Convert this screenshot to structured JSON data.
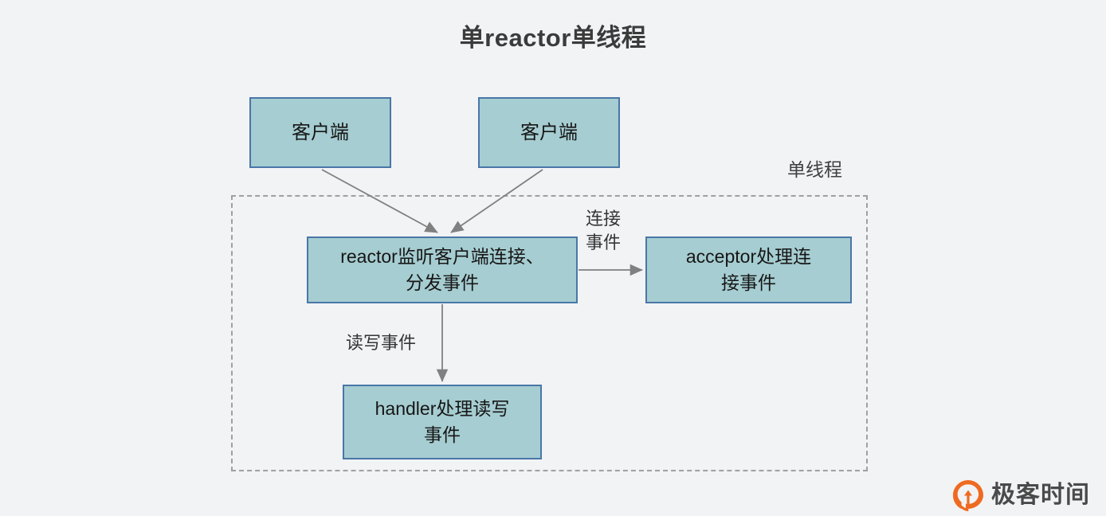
{
  "diagram": {
    "title": "单reactor单线程",
    "background_color": "#f1f3f5",
    "node_fill_color": "#a6cdd1",
    "node_border_color": "#4a76a8",
    "arrow_color": "#808080",
    "container": {
      "label": "单线程",
      "style": "dashed"
    },
    "nodes": [
      {
        "id": "client-1",
        "label": "客户端"
      },
      {
        "id": "client-2",
        "label": "客户端"
      },
      {
        "id": "reactor",
        "label": "reactor监听客户端连接、\n分发事件"
      },
      {
        "id": "acceptor",
        "label": "acceptor处理连\n接事件"
      },
      {
        "id": "handler",
        "label": "handler处理读写\n事件"
      }
    ],
    "edges": [
      {
        "id": "client1-to-reactor",
        "from": "client-1",
        "to": "reactor",
        "label": ""
      },
      {
        "id": "client2-to-reactor",
        "from": "client-2",
        "to": "reactor",
        "label": ""
      },
      {
        "id": "reactor-to-acceptor",
        "from": "reactor",
        "to": "acceptor",
        "label": "连接\n事件"
      },
      {
        "id": "reactor-to-handler",
        "from": "reactor",
        "to": "handler",
        "label": "读写事件"
      }
    ]
  },
  "watermark": {
    "text": "极客时间",
    "mark_color": "#ef6a21",
    "icon": "geektime-logo-icon"
  }
}
